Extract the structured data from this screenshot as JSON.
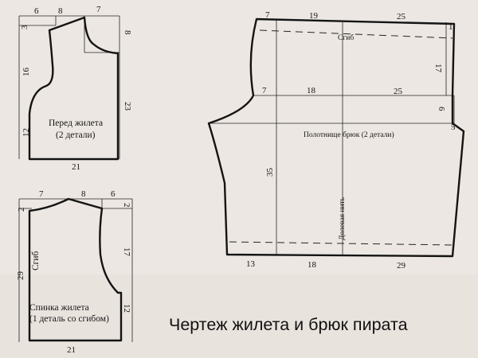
{
  "caption": "Чертеж жилета и брюк пирата",
  "front": {
    "label_line1": "Перед жилета",
    "label_line2": "(2 детали)",
    "dims": {
      "top_left": "6",
      "top_mid": "8",
      "top_right": "7",
      "left_top": "3",
      "left_mid": "16",
      "left_bottom": "12",
      "right_top": "8",
      "right_bottom": "23",
      "bottom": "21"
    }
  },
  "back": {
    "label_line1": "Спинка жилета",
    "label_line2": "(1 деталь со сгибом)",
    "fold": "Сгиб",
    "dims": {
      "top_left": "7",
      "top_mid": "8",
      "top_right": "6",
      "left_top": "2",
      "left_mid": "29",
      "right_top": "2",
      "right_mid": "17",
      "right_bottom": "12",
      "bottom": "21"
    }
  },
  "trousers": {
    "label": "Полотнище брюк (2 детали)",
    "fold": "Сгиб",
    "grain": "Долевая нить",
    "dims": {
      "top_left": "7",
      "top_mid": "19",
      "top_right": "25",
      "top_edge": "1",
      "right_upper": "17",
      "mid_left": "7",
      "mid_mid": "18",
      "mid_right": "25",
      "right_lower": "6",
      "right_crotch": "5",
      "inner_35": "35",
      "bottom_left": "13",
      "bottom_mid": "18",
      "bottom_right": "29"
    }
  }
}
